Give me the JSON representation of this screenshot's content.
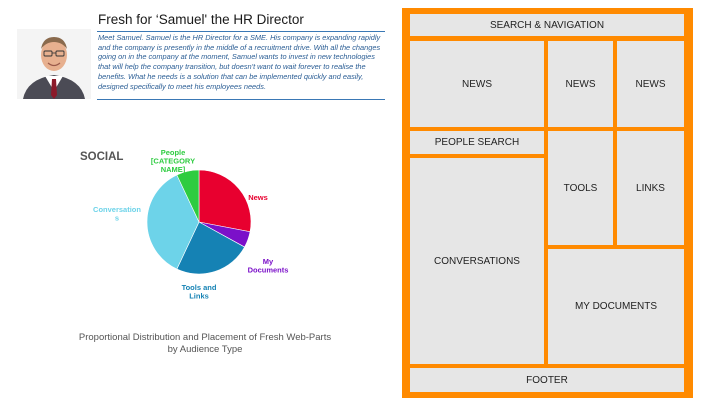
{
  "persona": {
    "title": "Fresh for ‘Samuel' the HR Director",
    "description": "Meet Samuel. Samuel is the HR Director for a SME. His company is expanding rapidly and the company is presently in the middle of a recruitment drive. With all the changes going on in the company at the moment, Samuel wants to invest in new technologies that will help the company transition, but doesn't want to wait forever to realise the benefits. What he needs is a solution that can be implemented quickly and easily, designed specifically to meet his employees needs."
  },
  "chart_data": {
    "type": "pie",
    "title": "SOCIAL",
    "slices": [
      {
        "label": "News",
        "value": 28,
        "color": "#e8002f"
      },
      {
        "label": "My Documents",
        "value": 5,
        "color": "#7b10c9"
      },
      {
        "label": "Tools and Links",
        "value": 24,
        "color": "#1582b4"
      },
      {
        "label": "Conversations",
        "value": 36,
        "color": "#6dd3e9"
      },
      {
        "label": "People [CATEGORY NAME]",
        "value": 7,
        "color": "#2ecc40"
      }
    ]
  },
  "caption": {
    "line1": "Proportional Distribution and Placement of Fresh Web-Parts",
    "line2": "by Audience Type"
  },
  "wireframe": {
    "accent_color": "#ff8a00",
    "regions": {
      "search_navigation": "SEARCH & NAVIGATION",
      "news_main": "NEWS",
      "news_2": "NEWS",
      "news_3": "NEWS",
      "people_search": "PEOPLE SEARCH",
      "tools": "TOOLS",
      "links": "LINKS",
      "conversations": "CONVERSATIONS",
      "my_documents": "MY DOCUMENTS",
      "footer": "FOOTER"
    }
  }
}
